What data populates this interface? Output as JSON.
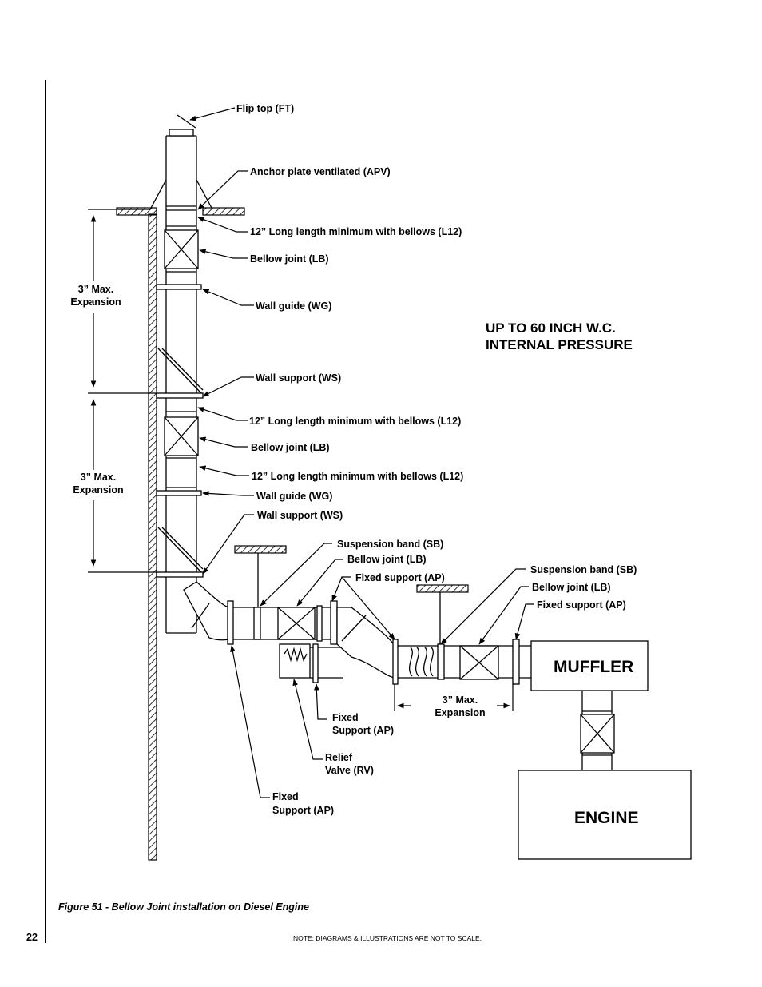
{
  "labels": {
    "flip_top": "Flip top (FT)",
    "anchor_plate": "Anchor plate ventilated (APV)",
    "l12_1": "12” Long length minimum with bellows (L12)",
    "bellow_1": "Bellow joint (LB)",
    "wall_guide_1": "Wall guide (WG)",
    "wall_support_1": "Wall support (WS)",
    "l12_2": "12” Long length minimum with bellows (L12)",
    "bellow_2": "Bellow joint (LB)",
    "l12_3": "12” Long length minimum with bellows (L12)",
    "wall_guide_2": "Wall guide (WG)",
    "wall_support_2": "Wall support (WS)",
    "suspension_band_1": "Suspension band (SB)",
    "bellow_3": "Bellow joint (LB)",
    "fixed_support_1": "Fixed support (AP)",
    "suspension_band_2": "Suspension band (SB)",
    "bellow_4": "Bellow joint (LB)",
    "fixed_support_2": "Fixed support (AP)",
    "fixed_support_3_line1": "Fixed",
    "fixed_support_3_line2": "Support (AP)",
    "relief_valve_line1": "Relief",
    "relief_valve_line2": "Valve (RV)",
    "fixed_support_4_line1": "Fixed",
    "fixed_support_4_line2": "Support (AP)",
    "expansion_top_line1": "3” Max.",
    "expansion_top_line2": "Expansion",
    "expansion_mid_line1": "3” Max.",
    "expansion_mid_line2": "Expansion",
    "expansion_bottom_line1": "3” Max.",
    "expansion_bottom_line2": "Expansion",
    "pressure_line1": "UP TO 60 INCH W.C.",
    "pressure_line2": "INTERNAL PRESSURE",
    "muffler": "MUFFLER",
    "engine": "ENGINE"
  },
  "caption": "Figure 51 - Bellow Joint installation on Diesel Engine",
  "page_number": "22",
  "note": "NOTE: DIAGRAMS & ILLUSTRATIONS ARE NOT TO SCALE."
}
